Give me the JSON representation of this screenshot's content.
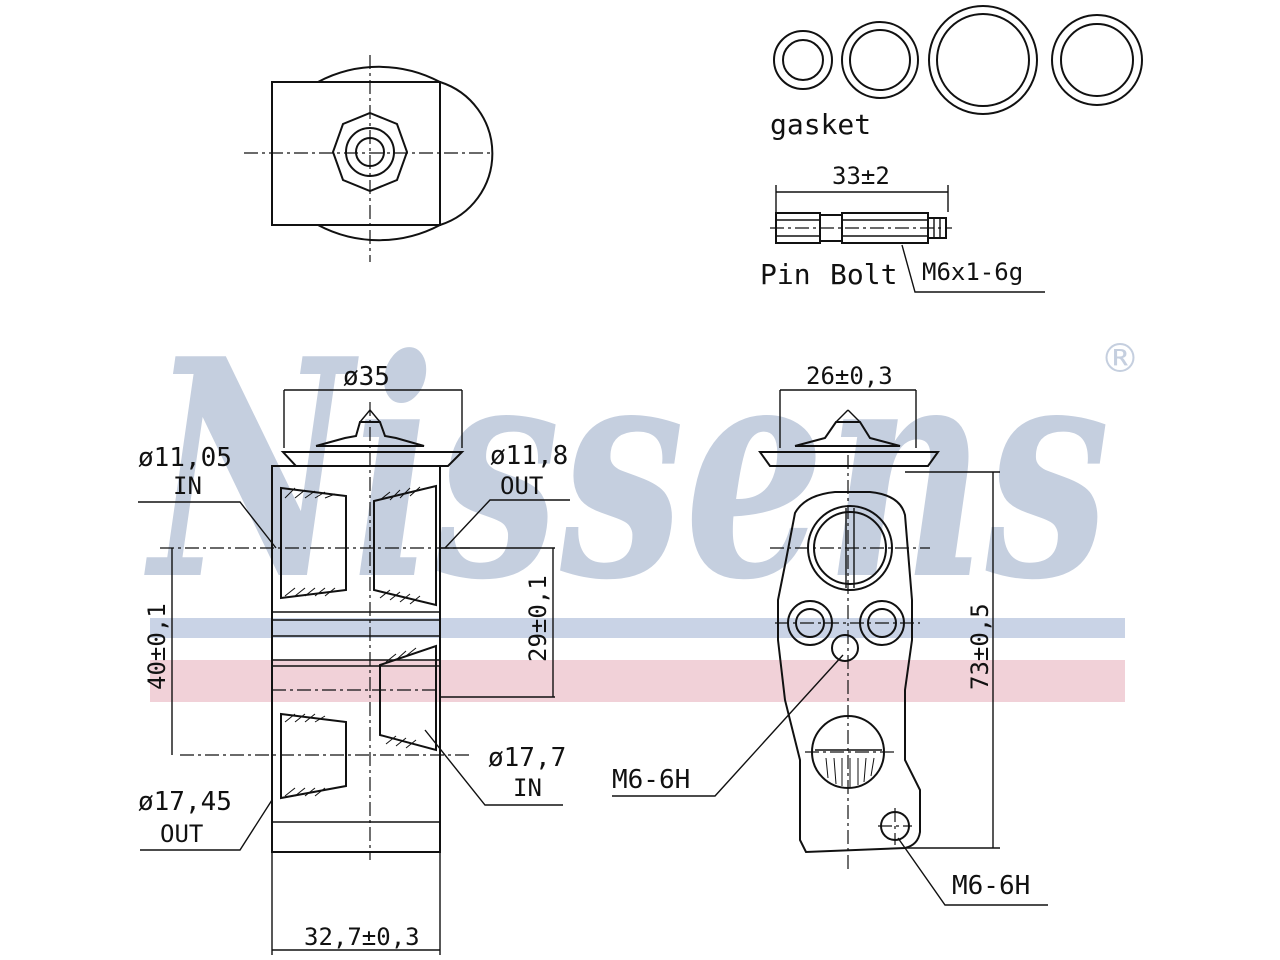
{
  "brand": {
    "name": "Nissens",
    "registered_mark": "®",
    "watermark_color": "#c5cfdf",
    "stripe_blue": "#c9d3e6",
    "stripe_red": "#f1d1d8"
  },
  "labels": {
    "gasket": "gasket",
    "pin": "Pin",
    "bolt": "Bolt",
    "thread_spec": "M6x1-6g",
    "length": "33±2",
    "diameter_top": "ø35",
    "in_small_dia": "ø11,05",
    "in_small_text": "IN",
    "out_small_dia": "ø11,8",
    "out_small_text": "OUT",
    "dim_29": "29±0,1",
    "dim_40": "40±0,1",
    "in_large_dia": "ø17,7",
    "in_large_text": "IN",
    "out_large_dia": "ø17,45",
    "out_large_text": "OUT",
    "width_bottom": "32,7±0,3",
    "width_side": "26±0,3",
    "height_side": "73±0,5",
    "thread_mid": "M6-6H",
    "thread_low": "M6-6H"
  }
}
